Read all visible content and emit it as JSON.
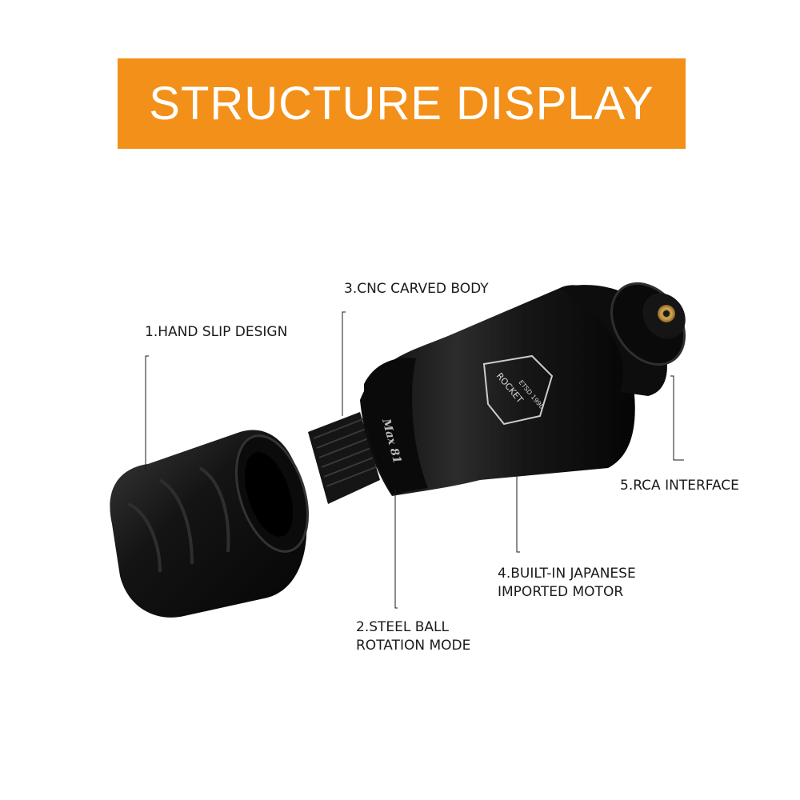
{
  "banner": {
    "title": "STRUCTURE DISPLAY"
  },
  "labels": {
    "hand_slip": "1.HAND SLIP DESIGN",
    "steel_ball": [
      "2.STEEL BALL",
      "ROTATION MODE"
    ],
    "cnc_body": "3.CNC CARVED BODY",
    "motor": [
      "4.BUILT-IN JAPANESE",
      "IMPORTED MOTOR"
    ],
    "rca": "5.RCA INTERFACE"
  },
  "product_marks": {
    "model": "Max 81",
    "brand": "ROCKET",
    "established": "ETSD 1990"
  },
  "colors": {
    "banner": "#f39019",
    "product": "#121212",
    "text": "#1a1a1a"
  }
}
